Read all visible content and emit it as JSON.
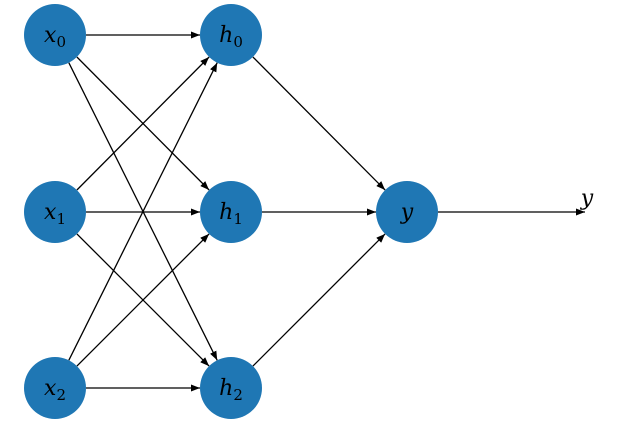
{
  "diagram": {
    "nodes": [
      {
        "id": "x0",
        "name": "x",
        "sub": "0",
        "layer": 0,
        "row": 0
      },
      {
        "id": "x1",
        "name": "x",
        "sub": "1",
        "layer": 0,
        "row": 1
      },
      {
        "id": "x2",
        "name": "x",
        "sub": "2",
        "layer": 0,
        "row": 2
      },
      {
        "id": "h0",
        "name": "h",
        "sub": "0",
        "layer": 1,
        "row": 0
      },
      {
        "id": "h1",
        "name": "h",
        "sub": "1",
        "layer": 1,
        "row": 1
      },
      {
        "id": "h2",
        "name": "h",
        "sub": "2",
        "layer": 1,
        "row": 2
      },
      {
        "id": "y",
        "name": "y",
        "sub": "",
        "layer": 2,
        "row": 1
      }
    ],
    "edges": [
      [
        "x0",
        "h0"
      ],
      [
        "x0",
        "h1"
      ],
      [
        "x0",
        "h2"
      ],
      [
        "x1",
        "h0"
      ],
      [
        "x1",
        "h1"
      ],
      [
        "x1",
        "h2"
      ],
      [
        "x2",
        "h0"
      ],
      [
        "x2",
        "h1"
      ],
      [
        "x2",
        "h2"
      ],
      [
        "h0",
        "y"
      ],
      [
        "h1",
        "y"
      ],
      [
        "h2",
        "y"
      ]
    ],
    "output": {
      "from": "y",
      "label": "y"
    },
    "colors": {
      "node": "#1f77b4",
      "edge": "#000000"
    }
  }
}
